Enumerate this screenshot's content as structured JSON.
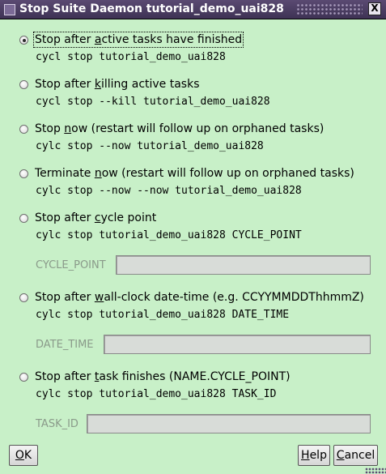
{
  "window": {
    "title": "Stop Suite Daemon tutorial_demo_uai828",
    "close_label": "X"
  },
  "options": [
    {
      "pre": "Stop after ",
      "key": "a",
      "post": "ctive tasks have finished",
      "command": "cycl stop tutorial_demo_uai828",
      "checked": true
    },
    {
      "pre": "Stop after ",
      "key": "k",
      "post": "illing active tasks",
      "command": "cycl stop --kill tutorial_demo_uai828",
      "checked": false
    },
    {
      "pre": "Stop ",
      "key": "n",
      "post": "ow (restart will follow up on orphaned tasks)",
      "command": "cylc stop --now tutorial_demo_uai828",
      "checked": false
    },
    {
      "pre": "Terminate ",
      "key": "n",
      "post": "ow (restart will follow up on orphaned tasks)",
      "command": "cylc stop --now --now tutorial_demo_uai828",
      "checked": false
    },
    {
      "pre": "Stop after ",
      "key": "c",
      "post": "ycle point",
      "command": "cylc stop tutorial_demo_uai828 CYCLE_POINT",
      "checked": false,
      "field_label": "CYCLE_POINT",
      "field_value": ""
    },
    {
      "pre": "Stop after ",
      "key": "w",
      "post": "all-clock date-time (e.g. CCYYMMDDThhmmZ)",
      "command": "cylc stop tutorial_demo_uai828 DATE_TIME",
      "checked": false,
      "field_label": "DATE_TIME",
      "field_value": ""
    },
    {
      "pre": "Stop after ",
      "key": "t",
      "post": "ask finishes (NAME.CYCLE_POINT)",
      "command": "cylc stop tutorial_demo_uai828 TASK_ID",
      "checked": false,
      "field_label": "TASK_ID",
      "field_value": ""
    }
  ],
  "buttons": {
    "ok": {
      "key": "O",
      "rest": "K"
    },
    "help": {
      "key": "H",
      "rest": "elp"
    },
    "cancel": {
      "key": "C",
      "rest": "ancel"
    }
  }
}
